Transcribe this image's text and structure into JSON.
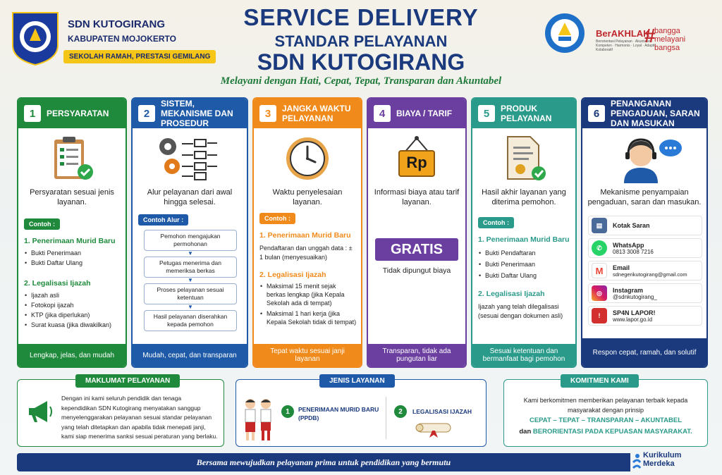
{
  "header": {
    "school_name": "SDN KUTOGIRANG",
    "regency": "KABUPATEN MOJOKERTO",
    "motto": "SEKOLAH RAMAH, PRESTASI GEMILANG",
    "title_line1": "SERVICE DELIVERY",
    "title_line2": "STANDAR PELAYANAN",
    "title_line3": "SDN KUTOGIRANG",
    "tagline": "Melayani dengan Hati, Cepat, Tepat, Transparan dan Akuntabel",
    "berakhlak": "BerAKHLAK",
    "berakhlak_sub": "Berorientasi Pelayanan · Akuntabel · Kompeten · Harmonis · Loyal · Adaptif · Kolaboratif",
    "bangga1": "bangga",
    "bangga2": "melayani",
    "bangga3": "bangsa"
  },
  "cards": [
    {
      "num": "1",
      "title": "PERSYARATAN",
      "desc": "Persyaratan sesuai jenis layanan.",
      "contoh": "Contoh :",
      "sec1": "1. Penerimaan Murid Baru",
      "items1": [
        "Bukti Penerimaan",
        "Bukti Daftar Ulang"
      ],
      "sec2": "2. Legalisasi Ijazah",
      "items2": [
        "Ijazah asli",
        "Fotokopi ijazah",
        "KTP (jika diperlukan)",
        "Surat kuasa (jika diwakilkan)"
      ],
      "footer": "Lengkap, jelas, dan mudah"
    },
    {
      "num": "2",
      "title": "SISTEM, MEKANISME DAN PROSEDUR",
      "desc": "Alur pelayanan dari awal hingga selesai.",
      "contoh": "Contoh Alur :",
      "steps": [
        "Pemohon mengajukan permohonan",
        "Petugas menerima dan memeriksa berkas",
        "Proses pelayanan sesuai ketentuan",
        "Hasil pelayanan diserahkan kepada pemohon"
      ],
      "footer": "Mudah, cepat, dan transparan"
    },
    {
      "num": "3",
      "title": "JANGKA WAKTU PELAYANAN",
      "desc": "Waktu penyelesaian layanan.",
      "contoh": "Contoh :",
      "sec1": "1. Penerimaan Murid Baru",
      "text1": "Pendaftaran dan unggah data : ± 1 bulan (menyesuaikan)",
      "sec2": "2. Legalisasi Ijazah",
      "items2": [
        "Maksimal 15 menit sejak berkas lengkap (jika Kepala Sekolah ada di tempat)",
        "Maksimal 1 hari kerja (jika Kepala Sekolah tidak di tempat)"
      ],
      "footer": "Tepat waktu sesuai janji layanan"
    },
    {
      "num": "4",
      "title": "BIAYA / TARIF",
      "desc": "Informasi biaya atau tarif layanan.",
      "badge": "GRATIS",
      "badge_sub": "Tidak dipungut biaya",
      "sign": "Rp",
      "footer": "Transparan, tidak ada pungutan liar"
    },
    {
      "num": "5",
      "title": "PRODUK PELAYANAN",
      "desc": "Hasil akhir layanan yang diterima pemohon.",
      "contoh": "Contoh :",
      "sec1": "1. Penerimaan Murid Baru",
      "items1": [
        "Bukti Pendaftaran",
        "Bukti Penerimaan",
        "Bukti Daftar Ulang"
      ],
      "sec2": "2. Legalisasi Ijazah",
      "text2": "Ijazah yang telah dilegalisasi (sesuai dengan dokumen asli)",
      "footer": "Sesuai ketentuan dan bermanfaat bagi pemohon"
    },
    {
      "num": "6",
      "title": "PENANGANAN PENGADUAN, SARAN DAN MASUKAN",
      "desc": "Mekanisme penyampaian pengaduan, saran dan masukan.",
      "channels": [
        {
          "name": "Kotak Saran",
          "value": ""
        },
        {
          "name": "WhatsApp",
          "value": "0813 3008 7216"
        },
        {
          "name": "Email",
          "value": "sdnegerikutogirang@gmail.com"
        },
        {
          "name": "Instagram",
          "value": "@sdnkutogirang_"
        },
        {
          "name": "SP4N LAPOR!",
          "value": "www.lapor.go.id"
        }
      ],
      "footer": "Respon cepat, ramah, dan solutif"
    }
  ],
  "maklumat": {
    "title": "MAKLUMAT PELAYANAN",
    "text": "Dengan ini kami seluruh pendidik dan tenaga kependidikan SDN Kutogirang menyatakan sanggup menyelenggarakan pelayanan sesuai standar pelayanan yang telah ditetapkan dan apabila tidak menepati janji, kami siap menerima sanksi sesuai peraturan yang berlaku."
  },
  "jenis": {
    "title": "JENIS LAYANAN",
    "n1": "1",
    "l1": "PENERIMAAN MURID BARU (PPDB)",
    "n2": "2",
    "l2": "LEGALISASI IJAZAH"
  },
  "komitmen": {
    "title": "KOMITMEN KAMI",
    "text": "Kami berkomitmen memberikan pelayanan terbaik kepada masyarakat dengan prinsip",
    "values": "CEPAT – TEPAT – TRANSPARAN – AKUNTABEL",
    "dan": "dan",
    "orient": "BERORIENTASI PADA KEPUASAN MASYARAKAT."
  },
  "footer": {
    "strip": "Bersama mewujudkan pelayanan prima untuk pendidikan yang bermutu",
    "kur1": "Kurikulum",
    "kur2": "Merdeka"
  },
  "colors": {
    "green": "#1f8a3c",
    "blue": "#1e5aa8",
    "orange": "#f08a1a",
    "purple": "#6b3fa0",
    "teal": "#2a9a8a",
    "navy": "#1a3a7d"
  }
}
